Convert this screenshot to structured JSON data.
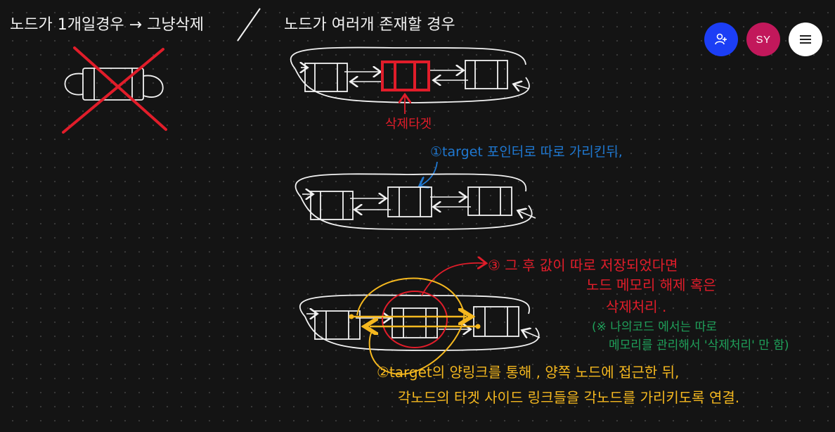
{
  "colors": {
    "white": "#f2f2f2",
    "red": "#e11d2a",
    "blue": "#1f78d1",
    "orange": "#f5b81f",
    "green": "#1fa05a"
  },
  "notes": {
    "case_single": "노드가 1개일경우 → 그냥삭제",
    "case_multi": "노드가 여러개 존재할 경우",
    "delete_target": "삭제타겟",
    "step1": "①target 포인터로 따로 가리킨뒤,",
    "step3_line1": "③ 그 후 값이 따로 저장되었다면",
    "step3_line2": "노드 메모리 해제 혹은",
    "step3_line3": "삭제처리 .",
    "green_line1": "(※ 나의코드 에서는 따로",
    "green_line2": "메모리를 관리해서 '삭제처리' 만 함)",
    "step2_line1": "②target의 양링크를 통해 , 양쪽 노드에 접근한 뒤,",
    "step2_line2": "각노드의 타겟 사이드 링크들을 각노드를 가리키도록 연결."
  },
  "toolbar": {
    "share_icon": "add-user-icon",
    "avatar_initials": "SY",
    "menu_icon": "hamburger-menu-icon"
  }
}
